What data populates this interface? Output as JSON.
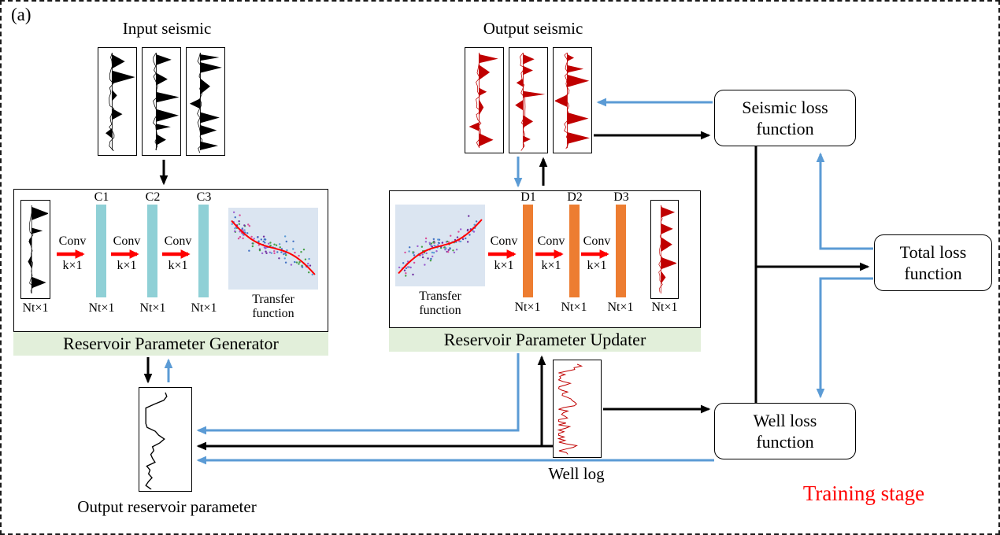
{
  "figure": {
    "panel_label": "(a)",
    "stage_label": "Training stage"
  },
  "labels": {
    "input_seismic": "Input seismic",
    "output_seismic": "Output seismic",
    "well_log": "Well log",
    "output_reservoir_parameter": "Output reservoir parameter",
    "conv": "Conv",
    "kernel": "k×1",
    "size": "Nt×1",
    "transfer_function": "Transfer function"
  },
  "generator": {
    "title": "Reservoir Parameter Generator",
    "layers": [
      "C1",
      "C2",
      "C3"
    ]
  },
  "updater": {
    "title": "Reservoir Parameter Updater",
    "layers": [
      "D1",
      "D2",
      "D3"
    ]
  },
  "loss": {
    "seismic": "Seismic loss function",
    "total": "Total loss function",
    "well": "Well loss function"
  },
  "colors": {
    "forward_arrow": "#000000",
    "backward_arrow": "#5b9bd5",
    "conv_arrow": "#ff0000",
    "generator_bar": "#8fd0d6",
    "updater_bar": "#ed7d31",
    "banner_bg": "#e2efda",
    "trace_input": "#000000",
    "trace_output": "#c00000",
    "stage_text": "#ff0000"
  }
}
